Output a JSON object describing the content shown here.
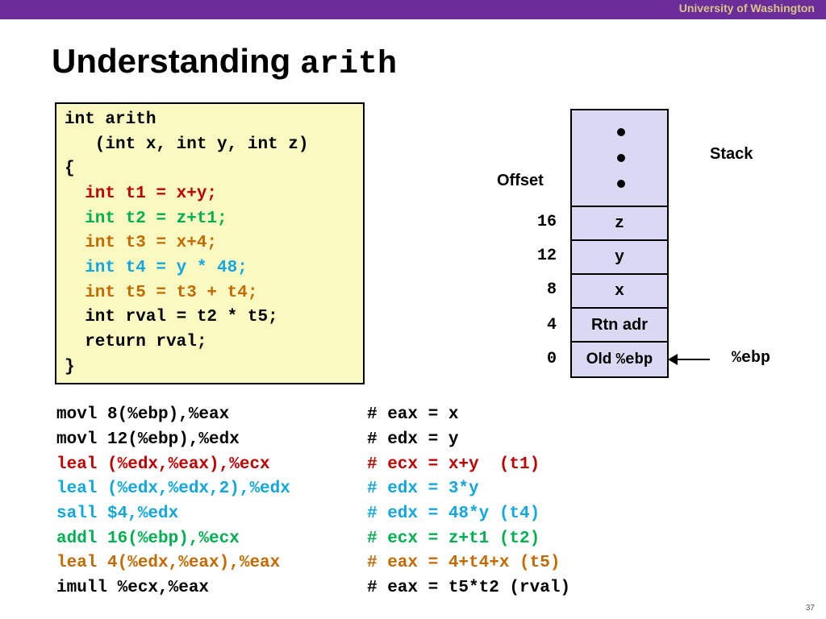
{
  "header": {
    "org": "University of Washington"
  },
  "title": {
    "text": "Understanding ",
    "code": "arith"
  },
  "code": {
    "lines": [
      {
        "text": "int arith",
        "color": "#000000"
      },
      {
        "text": "   (int x, int y, int z)",
        "color": "#000000"
      },
      {
        "text": "{",
        "color": "#000000"
      },
      {
        "text": "  int t1 = x+y;",
        "color": "#c00000"
      },
      {
        "text": "  int t2 = z+t1;",
        "color": "#00b050"
      },
      {
        "text": "  int t3 = x+4;",
        "color": "#c46a00"
      },
      {
        "text": "  int t4 = y * 48;",
        "color": "#10a7e0"
      },
      {
        "text": "  int t5 = t3 + t4;",
        "color": "#c46a00"
      },
      {
        "text": "  int rval = t2 * t5;",
        "color": "#000000"
      },
      {
        "text": "  return rval;",
        "color": "#000000"
      },
      {
        "text": "}",
        "color": "#000000"
      }
    ]
  },
  "stack": {
    "label": "Stack",
    "offset_label": "Offset",
    "cells": [
      {
        "offset": "16",
        "content": "z"
      },
      {
        "offset": "12",
        "content": "y"
      },
      {
        "offset": "8",
        "content": "x"
      },
      {
        "offset": "4",
        "content": "Rtn adr"
      },
      {
        "offset": "0",
        "content": "Old %ebp"
      }
    ],
    "ebp_label": "%ebp"
  },
  "asm": {
    "lines": [
      {
        "instr": "movl 8(%ebp),%eax",
        "comment": "# eax = x",
        "color": "#000000"
      },
      {
        "instr": "movl 12(%ebp),%edx",
        "comment": "# edx = y",
        "color": "#000000"
      },
      {
        "instr": "leal (%edx,%eax),%ecx",
        "comment": "# ecx = x+y  (t1)",
        "color": "#c00000"
      },
      {
        "instr": "leal (%edx,%edx,2),%edx",
        "comment": "# edx = 3*y",
        "color": "#10a7e0"
      },
      {
        "instr": "sall $4,%edx",
        "comment": "# edx = 48*y (t4)",
        "color": "#10a7e0"
      },
      {
        "instr": "addl 16(%ebp),%ecx",
        "comment": "# ecx = z+t1 (t2)",
        "color": "#00b050"
      },
      {
        "instr": "leal 4(%edx,%eax),%eax",
        "comment": "# eax = 4+t4+x (t5)",
        "color": "#c46a00"
      },
      {
        "instr": "imull %ecx,%eax",
        "comment": "# eax = t5*t2 (rval)",
        "color": "#000000"
      }
    ]
  },
  "page_number": "37"
}
